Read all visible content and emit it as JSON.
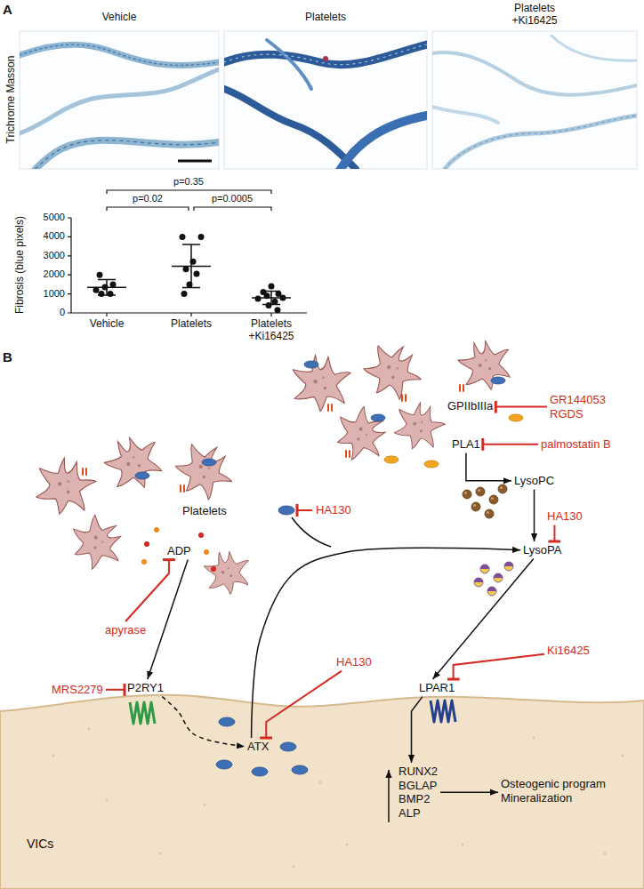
{
  "diagram": {
    "nodes": [
      {
        "text": [
          "GPIIbIIIa"
        ]
      },
      {
        "text": [
          "GR144053 RGDS"
        ]
      },
      {
        "text": [
          "PLA1"
        ]
      },
      {
        "text": [
          "palmostatin B"
        ]
      },
      {
        "text": [
          "LysoPC"
        ]
      },
      {
        "text": [
          "HA130"
        ]
      },
      {
        "text": [
          "ADP"
        ]
      },
      {
        "text": [
          "LysoPA"
        ]
      },
      {
        "text": [
          "apyrase"
        ]
      },
      {
        "text": [
          "Ki16425"
        ]
      },
      {
        "text": [
          "HA130"
        ]
      },
      {
        "text": [
          "VICs"
        ]
      },
      {
        "text": [
          "P2RY1"
        ],
        "in": 11
      },
      {
        "text": [
          "LPAR1"
        ],
        "in": 11
      },
      {
        "text": [
          "MRS2279"
        ]
      },
      {
        "text": [
          "ATX"
        ],
        "in": 11
      },
      {
        "text": [
          "RUNX2 BGLAP BMP2 ALP"
        ],
        "in": 11
      },
      {
        "text": [
          "Osteogenic program Mineralization"
        ],
        "in": 11
      }
    ],
    "edges": [
      {
        "from": 1,
        "to": 0,
        "arrow": "to"
      },
      {
        "from": 3,
        "to": 2,
        "arrow": "to"
      },
      {
        "from": 2,
        "to": 4,
        "arrow": "to"
      },
      {
        "from": 4,
        "to": 7,
        "arrow": "to"
      },
      {
        "from": 5,
        "to": 7,
        "arrow": "to"
      },
      {
        "from": 8,
        "to": 6,
        "arrow": "to"
      },
      {
        "from": 6,
        "to": 12,
        "arrow": "to"
      },
      {
        "from": 14,
        "to": 12,
        "arrow": "to"
      },
      {
        "from": 12,
        "to": 15,
        "arrow": "to"
      },
      {
        "from": 10,
        "to": 15,
        "arrow": "to"
      },
      {
        "from": 15,
        "to": 7,
        "arrow": "to"
      },
      {
        "from": 9,
        "to": 13,
        "arrow": "to"
      },
      {
        "from": 7,
        "to": 13,
        "arrow": "to"
      },
      {
        "from": 13,
        "to": 16,
        "arrow": "to"
      },
      {
        "from": 16,
        "to": 17,
        "arrow": "to"
      }
    ],
    "labels": [
      "A",
      "Vehicle",
      "Platelets",
      "Platelets +Ki16425",
      "Trichrome Masson",
      "p=0.35",
      "p=0.02",
      "p=0.0005",
      "5000",
      "4000",
      "3000",
      "2000",
      "1000",
      "0",
      "Fibrosis (blue pixels)",
      "Vehicle",
      "Platelets",
      "Platelets +Ki16425",
      "B",
      "Platelets",
      "HA130"
    ]
  }
}
